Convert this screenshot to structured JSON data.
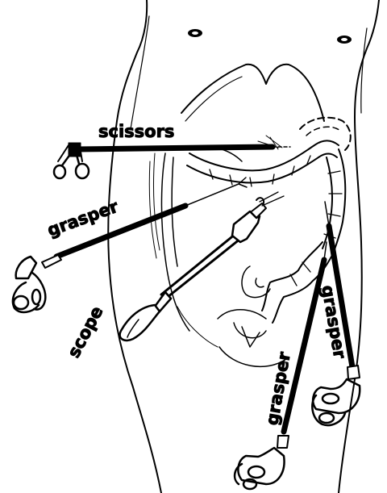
{
  "figure": {
    "labels": {
      "scissors": "scissors",
      "grasper_left": "grasper",
      "scope": "scope",
      "grasper_lower": "grasper",
      "grasper_right": "grasper"
    },
    "colors": {
      "ink": "#000000",
      "paper": "#ffffff"
    },
    "instruments": [
      {
        "name": "scissors",
        "icon": "scissors-handle-icon"
      },
      {
        "name": "grasper",
        "icon": "grasper-handle-icon"
      },
      {
        "name": "scope",
        "icon": "laparoscope-icon"
      },
      {
        "name": "grasper",
        "icon": "grasper-handle-icon"
      },
      {
        "name": "grasper",
        "icon": "grasper-handle-icon"
      }
    ]
  }
}
